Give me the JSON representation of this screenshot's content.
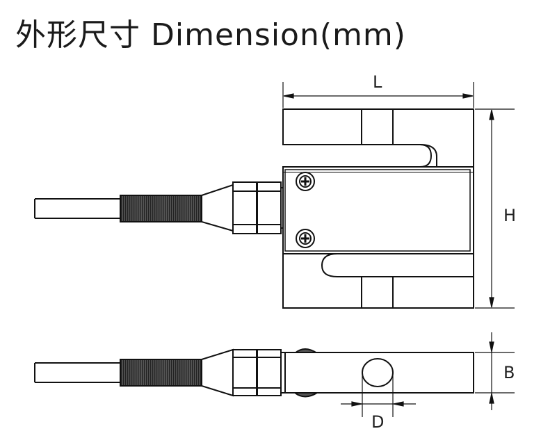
{
  "title": "外形尺寸 Dimension(mm)",
  "labels": {
    "length": "L",
    "height": "H",
    "width": "B",
    "hole_diameter": "D"
  }
}
